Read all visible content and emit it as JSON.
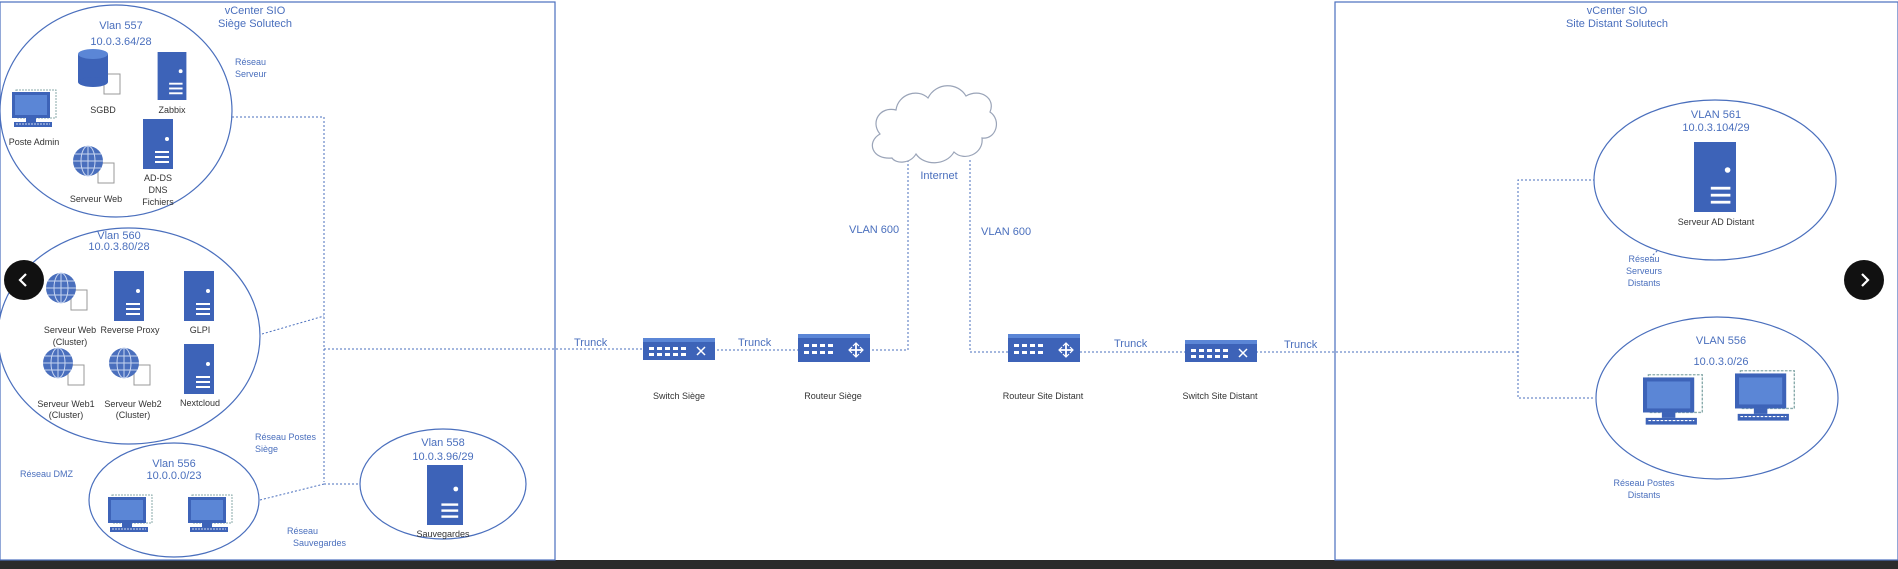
{
  "title": "Network diagram",
  "zones": {
    "siege": {
      "line1": "vCenter SIO",
      "line2": "Siège Solutech"
    },
    "distant": {
      "line1": "vCenter SIO",
      "line2": "Site Distant Solutech"
    }
  },
  "vlans": {
    "v557": {
      "name": "Vlan 557",
      "subnet": "10.0.3.64/28",
      "zone_line1": "Réseau",
      "zone_line2": "Serveur"
    },
    "v560": {
      "name": "Vlan 560",
      "subnet": "10.0.3.80/28",
      "zone": "Réseau DMZ"
    },
    "v556": {
      "name": "Vlan 556",
      "subnet": "10.0.0.0/23",
      "zone_line1": "Réseau Postes",
      "zone_line2": "Siège"
    },
    "v558": {
      "name": "Vlan 558",
      "subnet": "10.0.3.96/29",
      "zone_line1": "Réseau",
      "zone_line2": "Sauvegardes"
    },
    "v561d": {
      "name": "VLAN 561",
      "subnet": "10.0.3.104/29",
      "zone_line1": "Réseau",
      "zone_line2": "Serveurs",
      "zone_line3": "Distants"
    },
    "v556d": {
      "name": "VLAN 556",
      "subnet": "10.0.3.0/26",
      "zone_line1": "Réseau Postes",
      "zone_line2": "Distants"
    }
  },
  "nodes": {
    "sgbd": "SGBD",
    "zabbix": "Zabbix",
    "poste_admin": "Poste Admin",
    "serveur_web": "Serveur Web",
    "adds_1": "AD-DS",
    "adds_2": "DNS",
    "adds_3": "Fichiers",
    "web_cluster_1": "Serveur Web",
    "web_cluster_2": "(Cluster)",
    "reverse_proxy": "Reverse Proxy",
    "glpi": "GLPI",
    "web1_1": "Serveur Web1",
    "web1_2": "(Cluster)",
    "web2_1": "Serveur Web2",
    "web2_2": "(Cluster)",
    "nextcloud": "Nextcloud",
    "sauvegardes": "Sauvegardes",
    "ad_distant": "Serveur AD Distant",
    "switch_siege": "Switch Siège",
    "routeur_siege": "Routeur Siège",
    "routeur_distant": "Routeur Site Distant",
    "switch_distant": "Switch Site Distant",
    "internet": "Internet"
  },
  "links": {
    "trunk1": "Trunck",
    "trunk2": "Trunck",
    "trunk3": "Trunck",
    "trunk4": "Trunck",
    "vlan600_left": "VLAN 600",
    "vlan600_right": "VLAN 600"
  },
  "colors": {
    "line": "#4a6fbd",
    "device": "#3d63b8",
    "text": "#4a6fbd",
    "background": "#ffffff"
  },
  "nav": {
    "prev": "chevron-left-icon",
    "next": "chevron-right-icon"
  }
}
